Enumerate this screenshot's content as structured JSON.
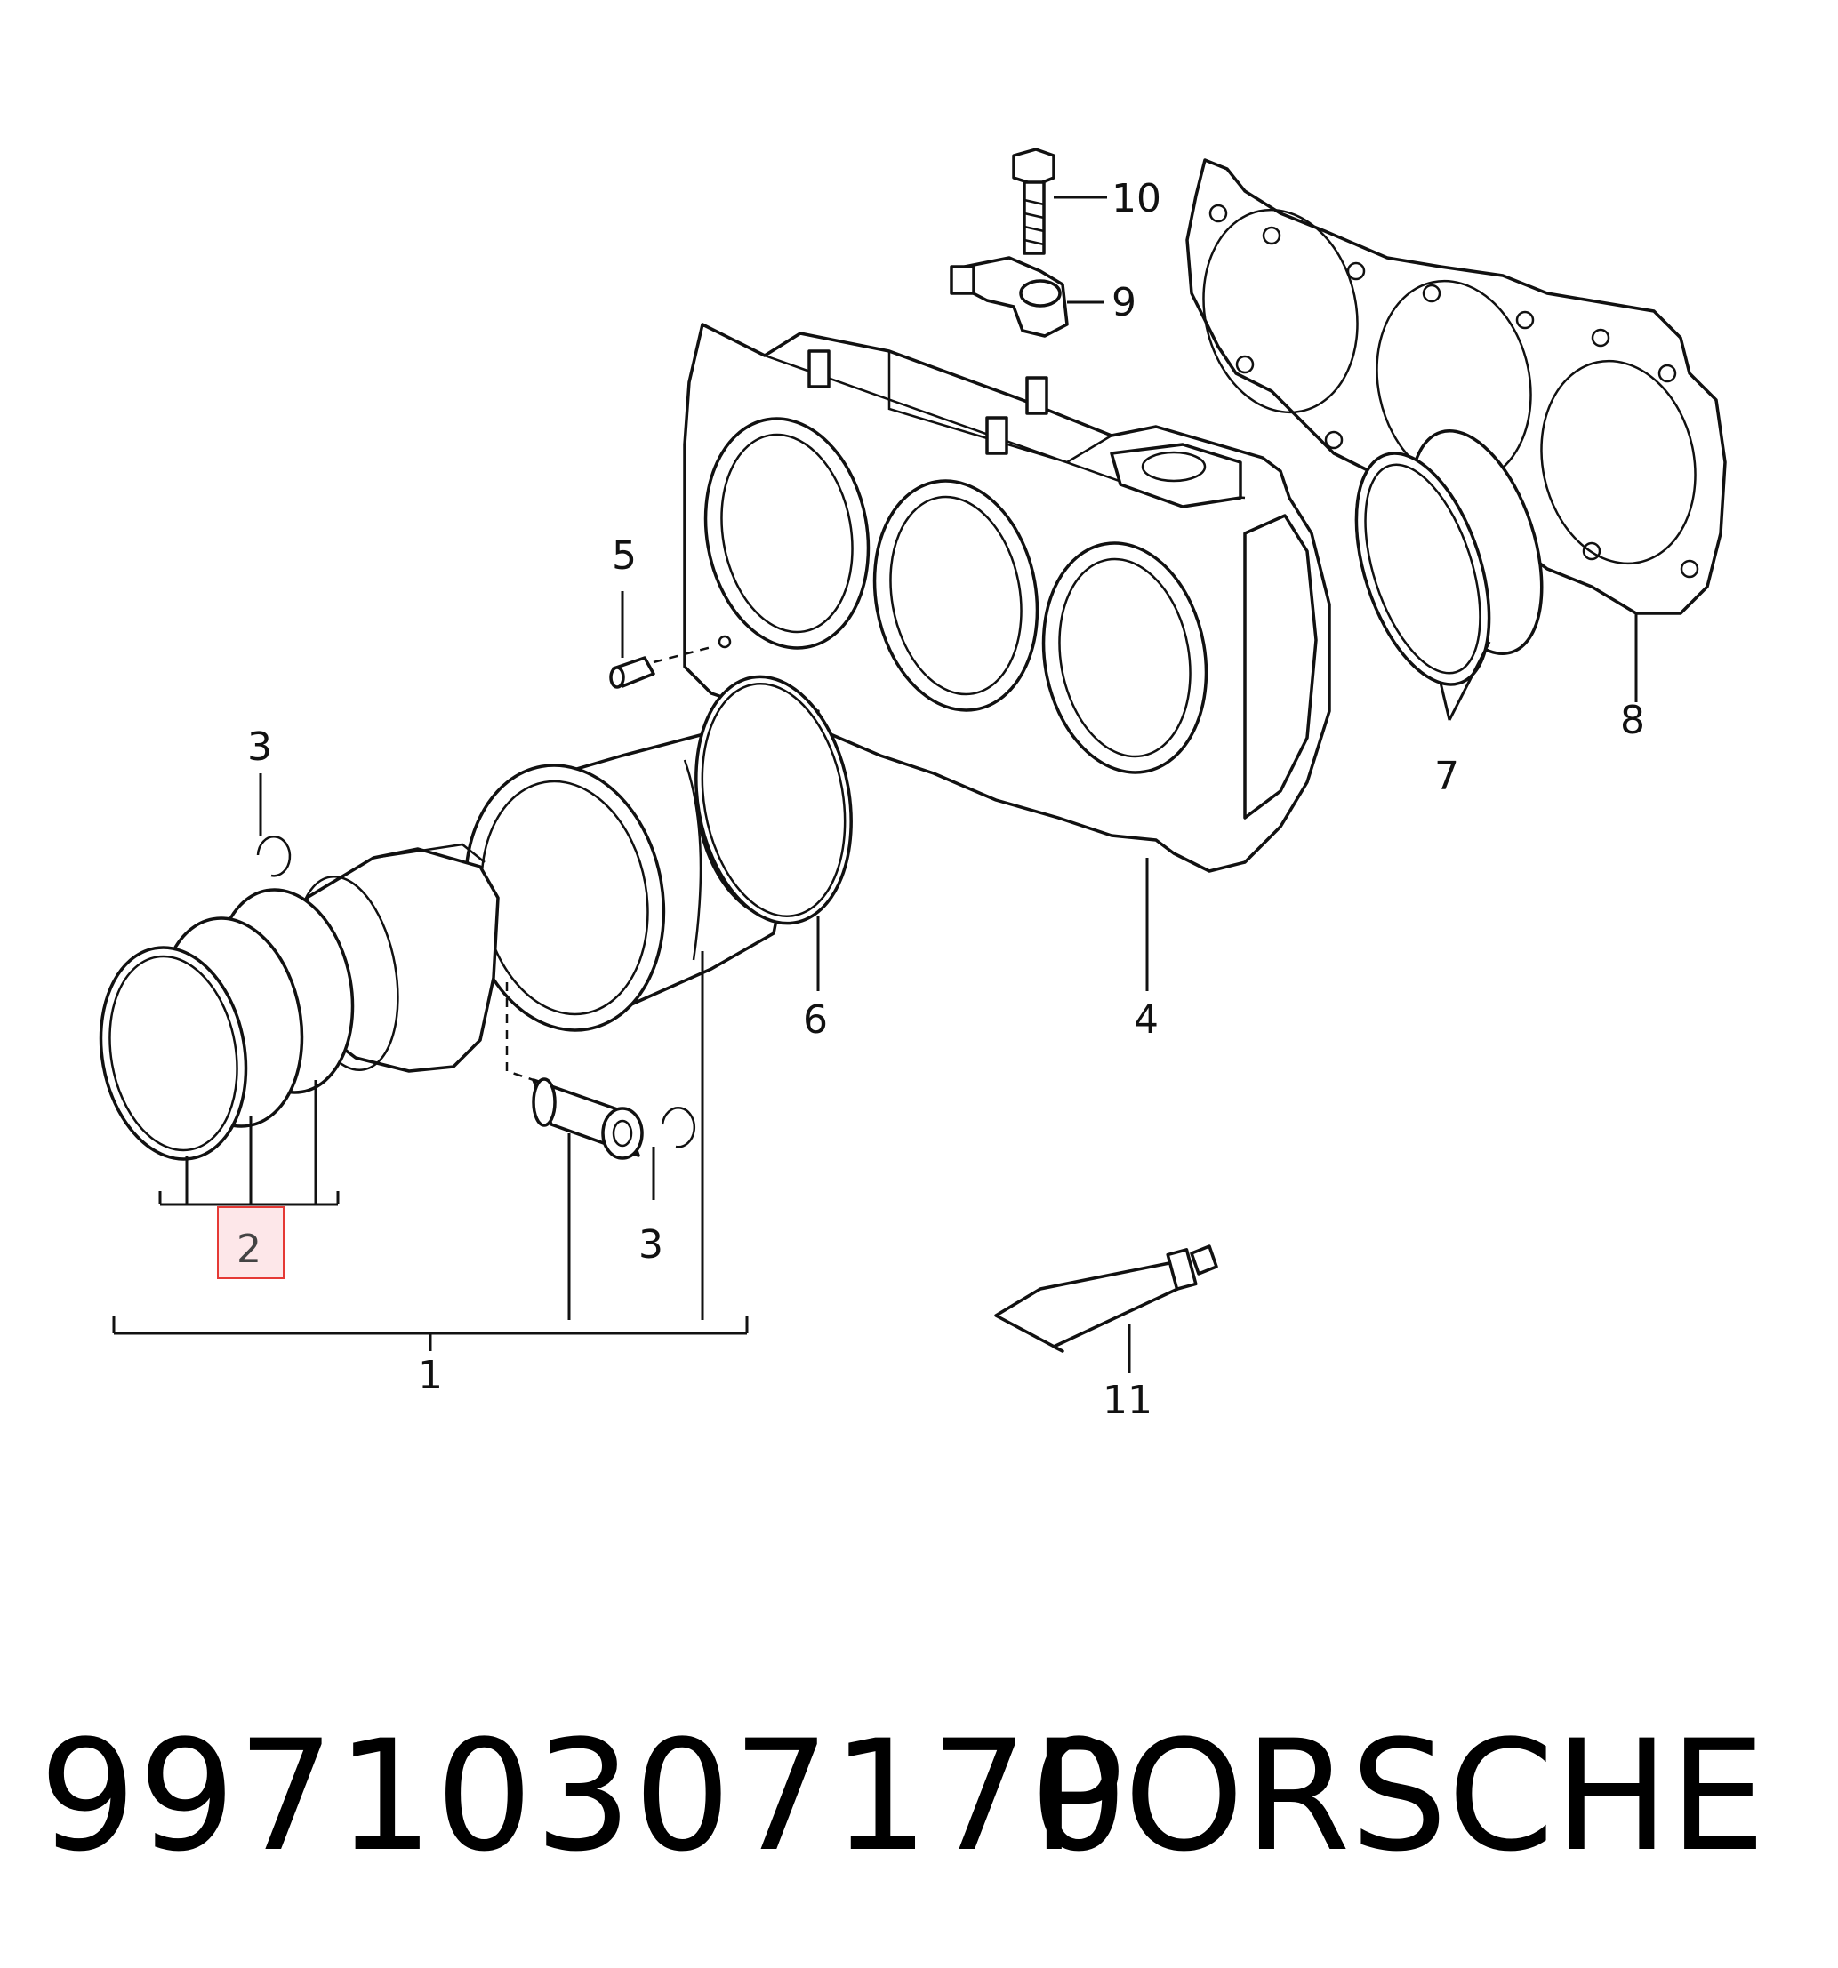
{
  "diagram": {
    "callouts": [
      {
        "id": "c1",
        "text": "1"
      },
      {
        "id": "c2",
        "text": "2",
        "highlighted": true
      },
      {
        "id": "c3a",
        "text": "3"
      },
      {
        "id": "c3b",
        "text": "3"
      },
      {
        "id": "c4",
        "text": "4"
      },
      {
        "id": "c5",
        "text": "5"
      },
      {
        "id": "c6",
        "text": "6"
      },
      {
        "id": "c7",
        "text": "7"
      },
      {
        "id": "c8",
        "text": "8"
      },
      {
        "id": "c9",
        "text": "9"
      },
      {
        "id": "c10",
        "text": "10"
      },
      {
        "id": "c11",
        "text": "11"
      }
    ],
    "highlight_color": "#e53935",
    "highlight_fill": "#fde7e9"
  },
  "footer": {
    "part_number": "99710307170",
    "brand": "PORSCHE"
  }
}
